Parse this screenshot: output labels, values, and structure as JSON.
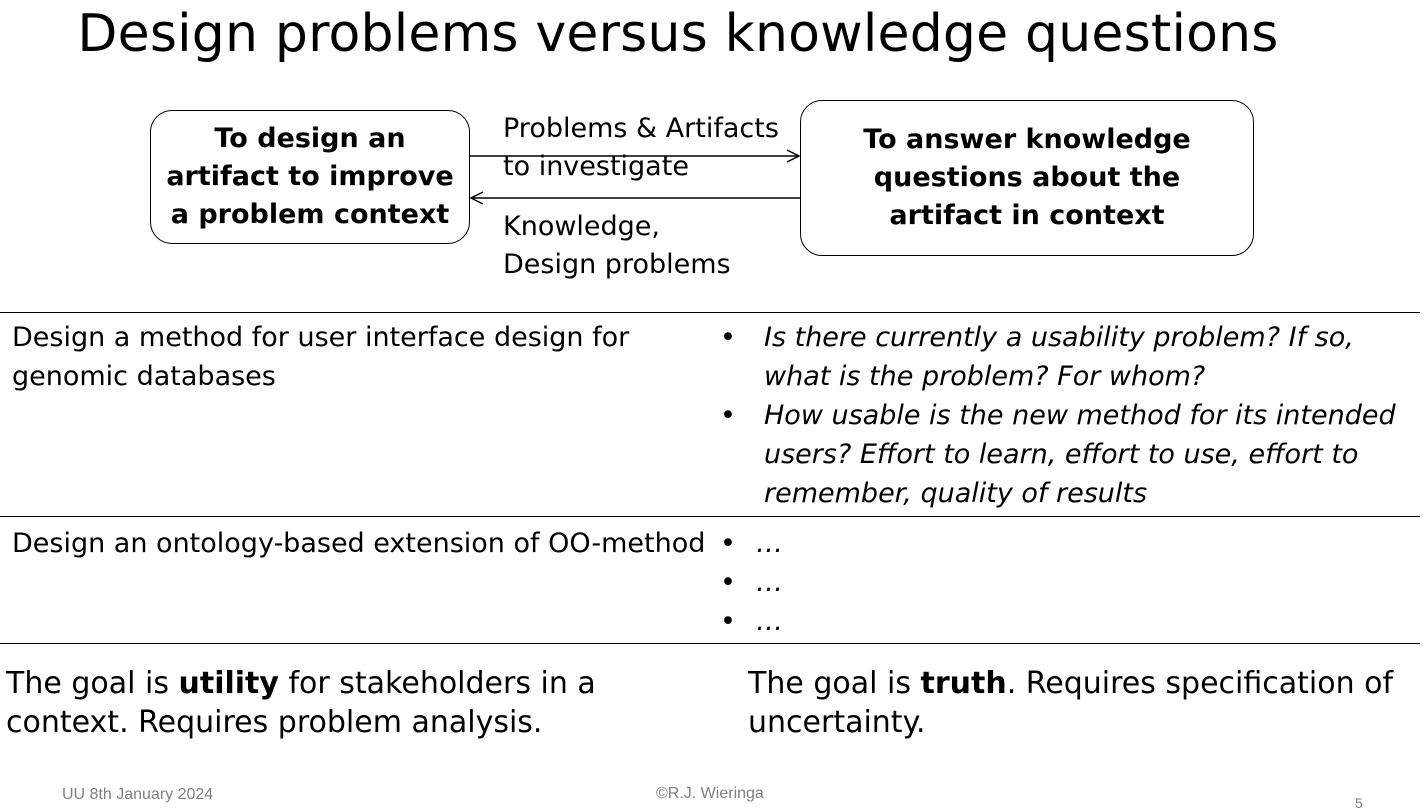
{
  "slide": {
    "title": "Design problems versus knowledge questions",
    "diagram": {
      "left_box": "To design an artifact to improve a problem context",
      "right_box": "To answer knowledge questions about the artifact in context",
      "arrow_right_label": [
        "Problems & Artifacts",
        "to investigate"
      ],
      "arrow_left_label": [
        "Knowledge,",
        "Design problems"
      ]
    },
    "rows": [
      {
        "design_problem": "Design a method for user interface design for genomic databases",
        "knowledge_questions": [
          "Is there currently a usability problem? If so, what is the problem? For whom?",
          "How usable is the new method for its intended users? Effort to learn, effort to use, effort to remember, quality of results"
        ]
      },
      {
        "design_problem": "Design an ontology-based extension of OO-method",
        "knowledge_questions": [
          "…",
          "…",
          "…"
        ]
      }
    ],
    "goals": {
      "left": {
        "before": "The goal is ",
        "bold": "utility",
        "after": " for stakeholders in a context. Requires problem analysis."
      },
      "right": {
        "before": "The goal is ",
        "bold": "truth",
        "after": ". Requires specification of uncertainty."
      }
    },
    "footer": {
      "date": "UU 8th January 2024",
      "copyright": "©R.J. Wieringa",
      "page_number": "5"
    }
  }
}
